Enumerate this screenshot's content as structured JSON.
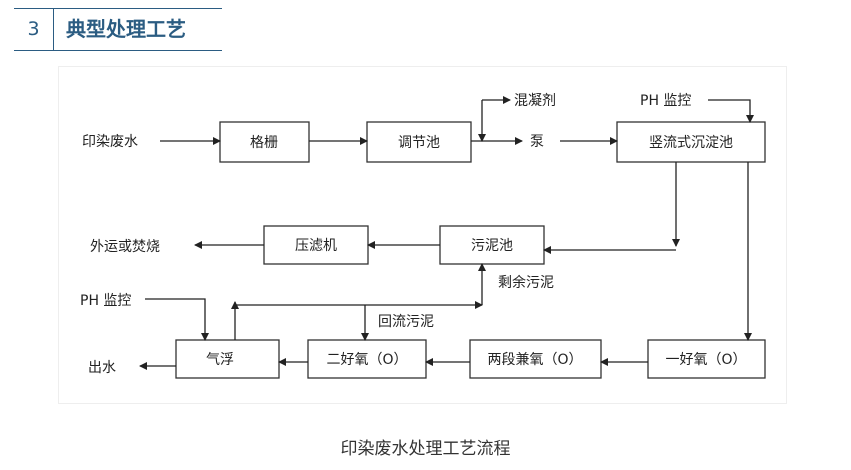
{
  "section": {
    "number": "3",
    "title": "典型处理工艺"
  },
  "diagram": {
    "nodes": {
      "grille": "格栅",
      "equalization": "调节池",
      "vertical_sedimentation": "竖流式沉淀池",
      "filter_press": "压滤机",
      "sludge_tank": "污泥池",
      "air_flotation": "气浮",
      "aerobic2": "二好氧（O）",
      "anoxic2": "两段兼氧（O）",
      "aerobic1": "一好氧（O）"
    },
    "labels": {
      "input": "印染废水",
      "coagulant": "混凝剂",
      "pump": "泵",
      "ph1": "PH 监控",
      "ph2": "PH 监控",
      "disposal": "外运或焚烧",
      "excess_sludge": "剩余污泥",
      "return_sludge": "回流污泥",
      "output": "出水"
    }
  },
  "caption": "印染废水处理工艺流程"
}
